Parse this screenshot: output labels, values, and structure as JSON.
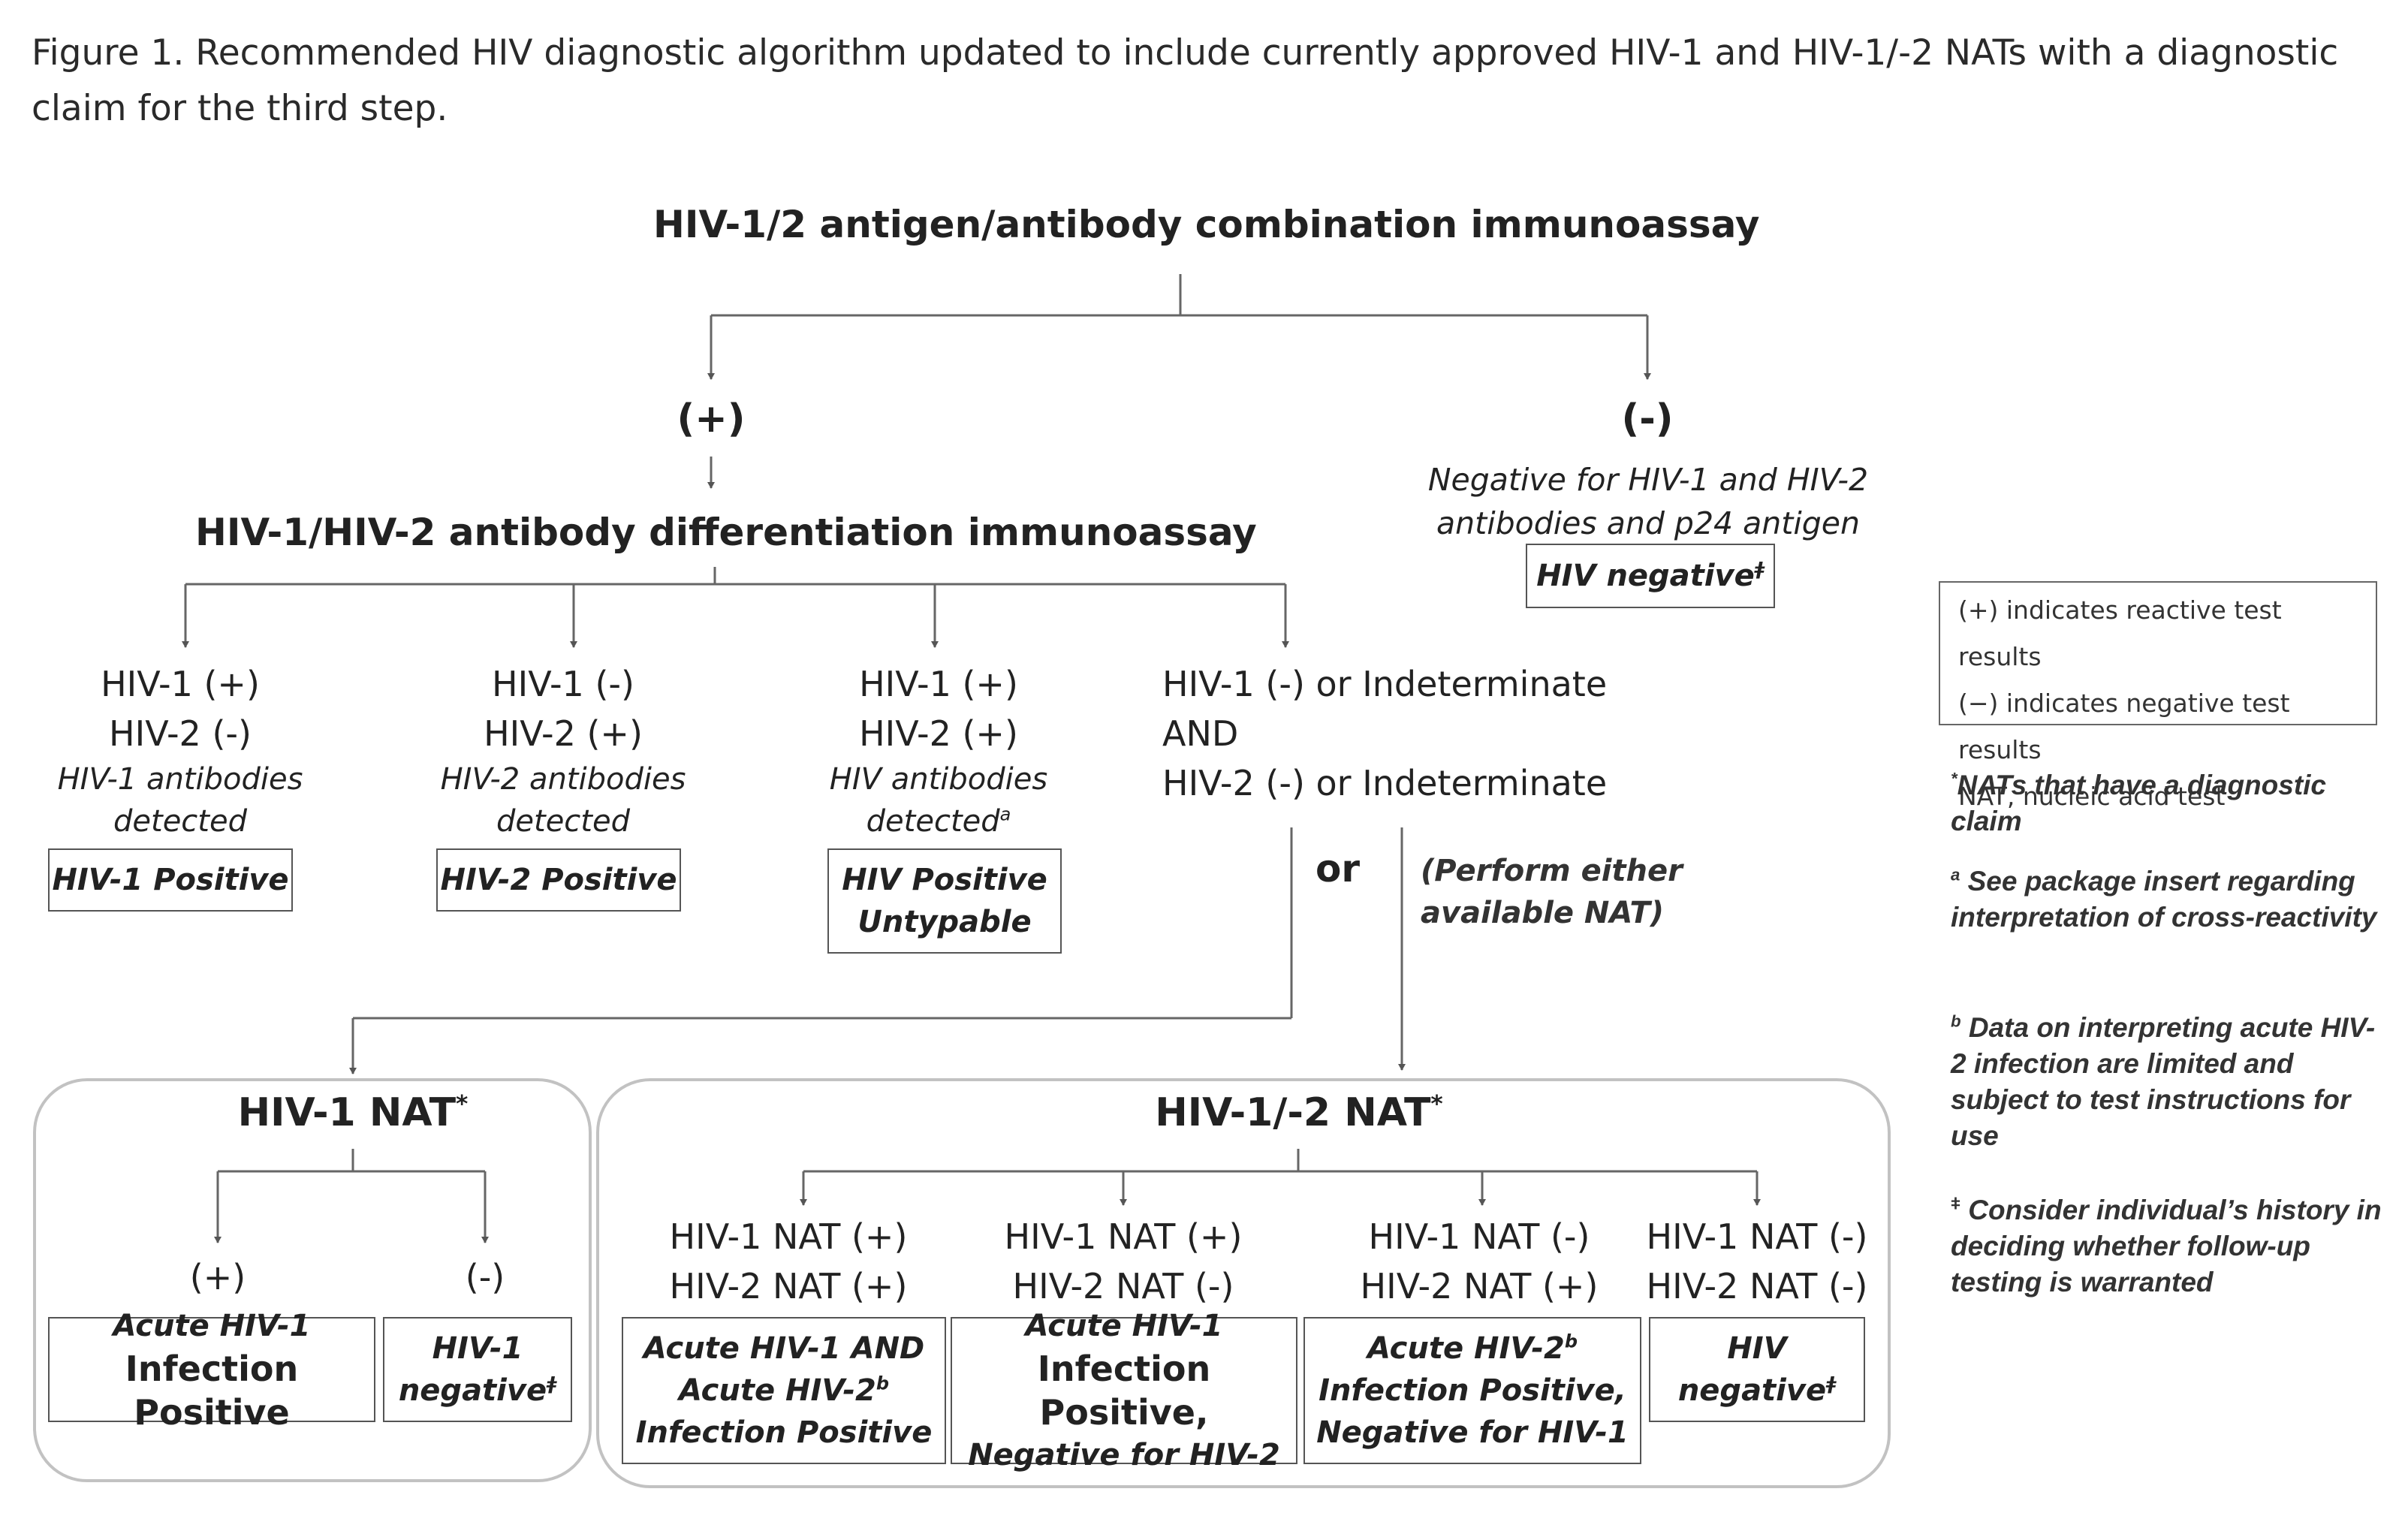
{
  "caption": "Figure 1. Recommended HIV diagnostic algorithm updated to include currently approved HIV-1 and HIV-1/-2 NATs with a diagnostic claim for the third step.",
  "step1": {
    "title": "HIV-1/2 antigen/antibody combination immunoassay",
    "positive_label": "(+)",
    "negative_label": "(-)",
    "negative_desc": "Negative for HIV-1 and HIV-2 antibodies and p24 antigen",
    "negative_result": "HIV negative",
    "negative_result_mark": "ǂ"
  },
  "step2": {
    "title": "HIV-1/HIV-2 antibody differentiation immunoassay",
    "outcomes": [
      {
        "line1": "HIV-1 (+)",
        "line2": "HIV-2 (-)",
        "desc1": "HIV-1 antibodies",
        "desc2": "detected",
        "desc_mark": "",
        "result1": "HIV-1 Positive",
        "result2": ""
      },
      {
        "line1": "HIV-1 (-)",
        "line2": "HIV-2 (+)",
        "desc1": "HIV-2 antibodies",
        "desc2": "detected",
        "desc_mark": "",
        "result1": "HIV-2 Positive",
        "result2": ""
      },
      {
        "line1": "HIV-1 (+)",
        "line2": "HIV-2 (+)",
        "desc1": "HIV antibodies",
        "desc2": "detected",
        "desc_mark": "a",
        "result1": "HIV Positive",
        "result2": "Untypable"
      }
    ],
    "indeterminate": {
      "line1": "HIV-1 (-) or Indeterminate",
      "line2": "AND",
      "line3": "HIV-2 (-) or Indeterminate"
    }
  },
  "step3": {
    "or_label": "or",
    "perform_note": "(Perform either available NAT)",
    "hiv1_nat": {
      "title": "HIV-1 NAT",
      "title_mark": "*",
      "outcomes": [
        {
          "label": "(+)",
          "result1": "Acute HIV-1",
          "result2": "Infection Positive",
          "mark": ""
        },
        {
          "label": "(-)",
          "result1": "HIV-1",
          "result2": "negative",
          "mark": "ǂ"
        }
      ]
    },
    "hiv12_nat": {
      "title": "HIV-1/-2 NAT",
      "title_mark": "*",
      "outcomes": [
        {
          "line1": "HIV-1 NAT (+)",
          "line2": "HIV-2 NAT (+)",
          "result1": "Acute HIV-1 AND",
          "result2": "Acute HIV-2",
          "result2_mark": "b",
          "result3": "Infection Positive"
        },
        {
          "line1": "HIV-1 NAT (+)",
          "line2": "HIV-2 NAT (-)",
          "result1": "Acute HIV-1",
          "result2": "Infection Positive,",
          "result2_mark": "",
          "result3": "Negative for HIV-2"
        },
        {
          "line1": "HIV-1 NAT (-)",
          "line2": "HIV-2 NAT (+)",
          "result1": "Acute HIV-2",
          "result1_mark": "b",
          "result2": "Infection Positive,",
          "result2_mark": "",
          "result3": "Negative for HIV-1"
        },
        {
          "line1": "HIV-1 NAT (-)",
          "line2": "HIV-2 NAT (-)",
          "result1": "HIV",
          "result2": "negative",
          "result2_mark": "ǂ",
          "result3": ""
        }
      ]
    }
  },
  "legend": {
    "items": [
      "(+) indicates reactive test results",
      "(−) indicates negative test results",
      "NAT, nucleic acid test"
    ]
  },
  "footnotes": [
    {
      "mark": "*",
      "text": "NATs that have a diagnostic claim"
    },
    {
      "mark": "a",
      "text": "See package insert regarding interpretation of cross-reactivity"
    },
    {
      "mark": "b",
      "text": "Data on interpreting acute HIV-2 infection are limited and subject to test instructions for use"
    },
    {
      "mark": "ǂ",
      "text": "Consider individual’s history in deciding whether follow-up testing is warranted"
    }
  ]
}
